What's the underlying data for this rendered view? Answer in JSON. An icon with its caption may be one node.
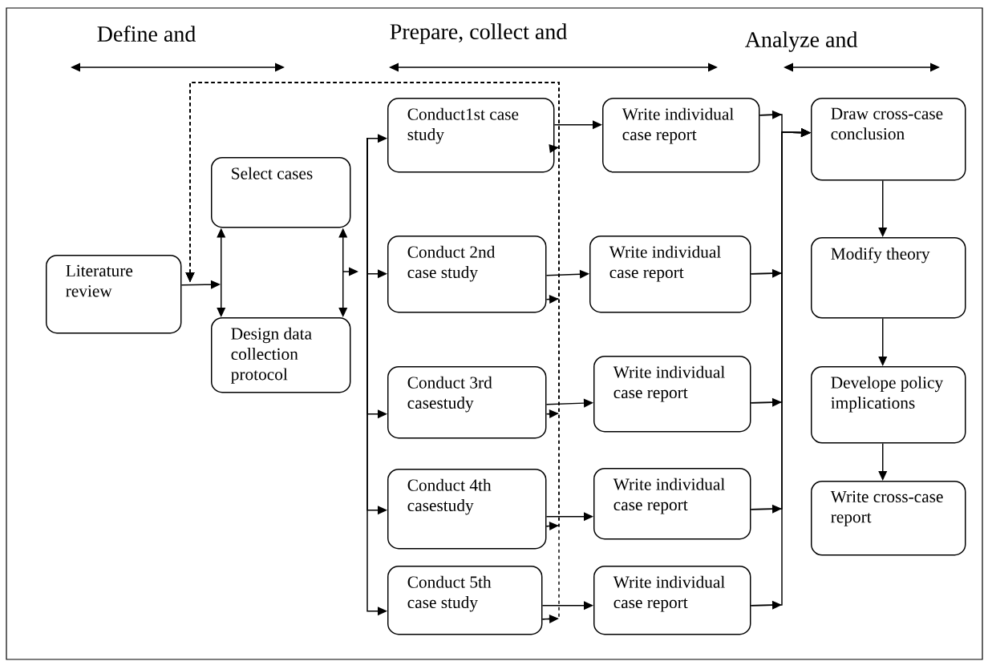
{
  "diagram": {
    "nodes": [
      {
        "text": [
          "Literature review"
        ]
      },
      {
        "text": [
          "Select cases"
        ]
      },
      {
        "text": [
          "Design data collection protocol"
        ]
      },
      {
        "text": [
          "Conduct1st case study"
        ]
      },
      {
        "text": [
          "Conduct 2nd case study"
        ]
      },
      {
        "text": [
          "Conduct 3rd casestudy"
        ]
      },
      {
        "text": [
          "Conduct 4th casestudy"
        ]
      },
      {
        "text": [
          "Conduct 5th case study"
        ]
      },
      {
        "text": [
          "Write individual case report"
        ]
      },
      {
        "text": [
          "Write individual case report"
        ]
      },
      {
        "text": [
          "Write individual case report"
        ]
      },
      {
        "text": [
          "Write individual case report"
        ]
      },
      {
        "text": [
          "Write individual case report"
        ]
      },
      {
        "text": [
          "Draw cross-case conclusion"
        ]
      },
      {
        "text": [
          "Modify theory"
        ]
      },
      {
        "text": [
          "Develope policy implications"
        ]
      },
      {
        "text": [
          "Write cross-case report"
        ]
      }
    ],
    "edges": [
      {
        "from": 0,
        "to": null,
        "arrow": "to"
      },
      {
        "from": 1,
        "to": 2,
        "arrow": "both"
      },
      {
        "from": 1,
        "to": 2,
        "arrow": "both"
      },
      {
        "from": null,
        "to": 3,
        "arrow": "to"
      },
      {
        "from": null,
        "to": 4,
        "arrow": "to"
      },
      {
        "from": null,
        "to": 5,
        "arrow": "to"
      },
      {
        "from": null,
        "to": 6,
        "arrow": "to"
      },
      {
        "from": null,
        "to": 7,
        "arrow": "to"
      },
      {
        "from": 3,
        "to": 0,
        "arrow": "to",
        "style": "dashed"
      },
      {
        "from": 4,
        "to": 0,
        "arrow": "to",
        "style": "dashed"
      },
      {
        "from": 5,
        "to": 0,
        "arrow": "to",
        "style": "dashed"
      },
      {
        "from": 6,
        "to": 0,
        "arrow": "to",
        "style": "dashed"
      },
      {
        "from": 7,
        "to": 0,
        "arrow": "to",
        "style": "dashed"
      },
      {
        "from": 3,
        "to": 8,
        "arrow": "to"
      },
      {
        "from": 4,
        "to": 9,
        "arrow": "to"
      },
      {
        "from": 5,
        "to": 10,
        "arrow": "to"
      },
      {
        "from": 6,
        "to": 11,
        "arrow": "to"
      },
      {
        "from": 7,
        "to": 12,
        "arrow": "to"
      },
      {
        "from": 8,
        "to": 13,
        "arrow": "to"
      },
      {
        "from": 9,
        "to": 13,
        "arrow": "to"
      },
      {
        "from": 10,
        "to": 13,
        "arrow": "to"
      },
      {
        "from": 11,
        "to": 13,
        "arrow": "to"
      },
      {
        "from": 12,
        "to": 13,
        "arrow": "to"
      },
      {
        "from": 13,
        "to": 14,
        "arrow": "to"
      },
      {
        "from": 14,
        "to": 15,
        "arrow": "to"
      },
      {
        "from": 15,
        "to": 16,
        "arrow": "to"
      }
    ],
    "labels": [
      "Define and",
      "Prepare, collect and",
      "Analyze and"
    ]
  }
}
